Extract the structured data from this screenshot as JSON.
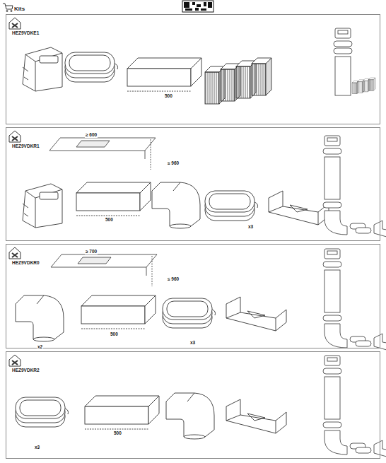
{
  "diagram": {
    "title": "Kits",
    "nodes": [
      {
        "text": [
          "HEZ9VDKE1"
        ]
      },
      {
        "text": [
          "HEZ9VDKR1"
        ]
      },
      {
        "text": [
          "HEZ9VDKR0"
        ]
      },
      {
        "text": [
          "HEZ9VDKR2"
        ]
      }
    ],
    "labels": [
      "500",
      "≥ 600",
      "≤ 960",
      "500",
      "x3",
      "≥ 700",
      "≤ 960",
      "x2",
      "500",
      "x3",
      "x3",
      "500"
    ]
  }
}
